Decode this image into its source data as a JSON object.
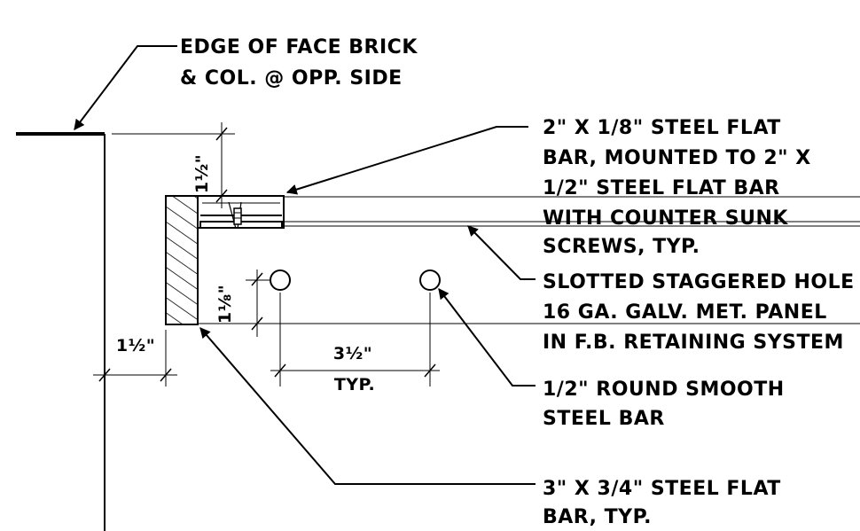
{
  "labels": {
    "face_brick": [
      "EDGE OF FACE BRICK",
      "& COL. @ OPP. SIDE"
    ],
    "flat_bar_top": [
      "2\" X 1/8\" STEEL FLAT",
      "BAR, MOUNTED TO 2\" X",
      "1/2\" STEEL FLAT BAR",
      "WITH COUNTER SUNK",
      "SCREWS, TYP."
    ],
    "slotted_hole": [
      "SLOTTED STAGGERED HOLE",
      "16 GA. GALV. MET. PANEL",
      "IN F.B. RETAINING SYSTEM"
    ],
    "round_bar": [
      "1/2\" ROUND SMOOTH",
      "STEEL BAR"
    ],
    "flat_bar_bottom": [
      "3\" X 3/4\" STEEL FLAT",
      "BAR, TYP."
    ]
  },
  "dimensions": {
    "top_offset": "1½\"",
    "left_offset": "1½\"",
    "vertical_gap": "1⅛\"",
    "bar_spacing": "3½\"",
    "bar_spacing_note": "TYP."
  }
}
